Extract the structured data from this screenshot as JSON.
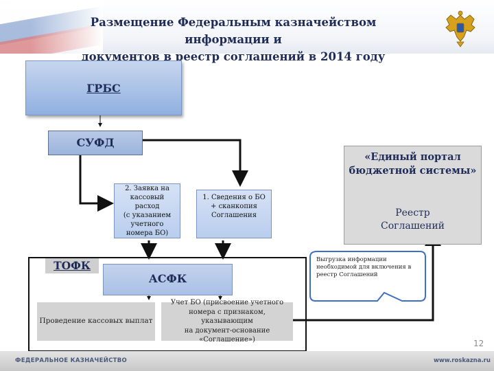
{
  "header": {
    "title_line1": "Размещение Федеральным казначейством информации и",
    "title_line2": "документов в реестр соглашений в 2014 году",
    "emblem_icon": "double-headed-eagle-emblem"
  },
  "nodes": {
    "grbs": "ГРБС",
    "sufd": "СУФД",
    "doc_request": [
      "2. Заявка на",
      "кассовый",
      "расход",
      "(с указанием",
      "учетного",
      "номера БО)"
    ],
    "doc_info": [
      "1. Сведения о БО",
      "+ сканкопия",
      "Соглашения"
    ],
    "portal_title": [
      "«Единый портал",
      "бюджетной системы»"
    ],
    "portal_registry": [
      "Реестр",
      "Соглашений"
    ],
    "tofk": "ТОФК",
    "asfk": "АСФК",
    "cash_payments": "Проведение кассовых выплат",
    "accounting": [
      "Учет БО (присвоение учетного",
      "номера с признаком,",
      "указывающим",
      "на документ-основание",
      "«Соглашение»)"
    ],
    "callout": [
      "Выгрузка информации",
      "необходимой для включения в",
      "реестр Соглашений"
    ]
  },
  "page_number": "12",
  "footer": {
    "left": "ФЕДЕРАЛЬНОЕ КАЗНАЧЕЙСТВО",
    "right": "www.roskazna.ru"
  },
  "colors": {
    "title": "#1f2c58",
    "box_blue": "#a9c0e6",
    "box_gray": "#d3d3d3",
    "arrow": "#111111"
  }
}
